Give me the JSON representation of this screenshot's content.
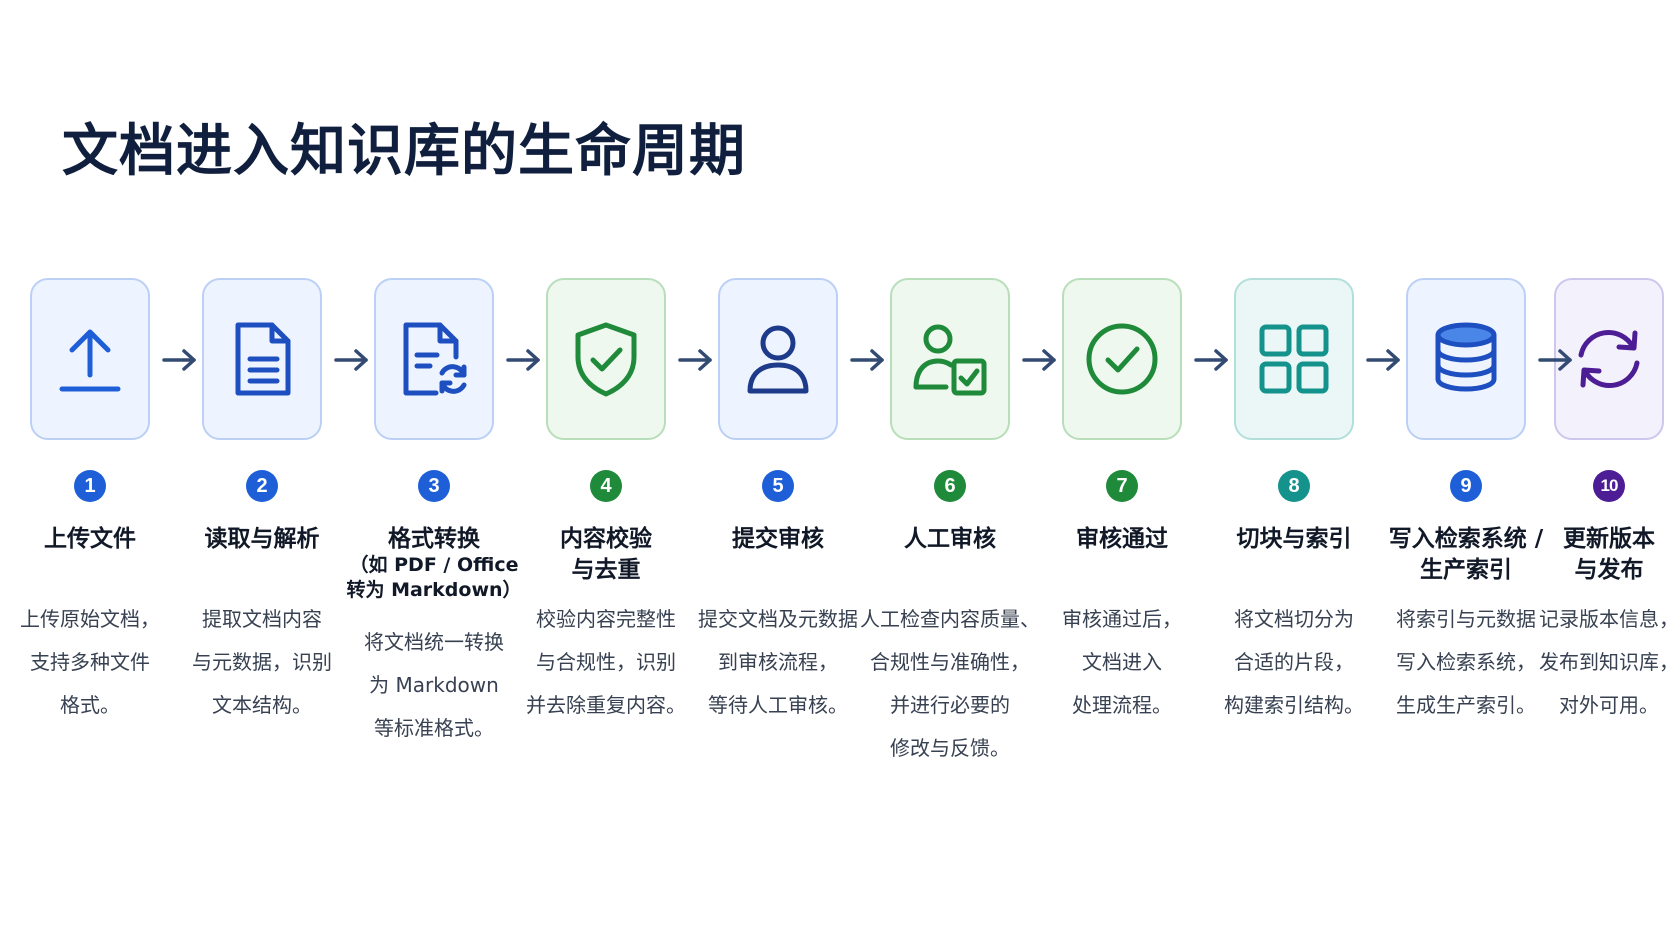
{
  "title": "文档进入知识库的生命周期",
  "colors": {
    "blue": "#1e5fd8",
    "navy": "#1e3a8a",
    "green": "#1f8a3a",
    "teal": "#14938c",
    "purple": "#4c1d95",
    "arrow": "#334a73"
  },
  "steps": [
    {
      "number": "1",
      "title": "上传文件",
      "subtitle": "",
      "description": "上传原始文档，\n支持多种文件\n格式。",
      "icon": "upload-icon"
    },
    {
      "number": "2",
      "title": "读取与解析",
      "subtitle": "",
      "description": "提取文档内容\n与元数据，识别\n文本结构。",
      "icon": "document-icon"
    },
    {
      "number": "3",
      "title": "格式转换",
      "subtitle": "（如 PDF / Office\n转为 Markdown）",
      "description": "将文档统一转换\n为 Markdown\n等标准格式。",
      "icon": "document-convert-icon"
    },
    {
      "number": "4",
      "title": "内容校验\n与去重",
      "subtitle": "",
      "description": "校验内容完整性\n与合规性，识别\n并去除重复内容。",
      "icon": "shield-check-icon"
    },
    {
      "number": "5",
      "title": "提交审核",
      "subtitle": "",
      "description": "提交文档及元数据\n到审核流程，\n等待人工审核。",
      "icon": "user-icon"
    },
    {
      "number": "6",
      "title": "人工审核",
      "subtitle": "",
      "description": "人工检查内容质量、\n合规性与准确性，\n并进行必要的\n修改与反馈。",
      "icon": "user-review-icon"
    },
    {
      "number": "7",
      "title": "审核通过",
      "subtitle": "",
      "description": "审核通过后，\n文档进入\n处理流程。",
      "icon": "check-circle-icon"
    },
    {
      "number": "8",
      "title": "切块与索引",
      "subtitle": "",
      "description": "将文档切分为\n合适的片段，\n构建索引结构。",
      "icon": "grid-icon"
    },
    {
      "number": "9",
      "title": "写入检索系统 /\n生产索引",
      "subtitle": "",
      "description": "将索引与元数据\n写入检索系统，\n生成生产索引。",
      "icon": "database-icon"
    },
    {
      "number": "10",
      "title": "更新版本\n与发布",
      "subtitle": "",
      "description": "记录版本信息，\n发布到知识库，\n对外可用。",
      "icon": "refresh-icon"
    }
  ]
}
